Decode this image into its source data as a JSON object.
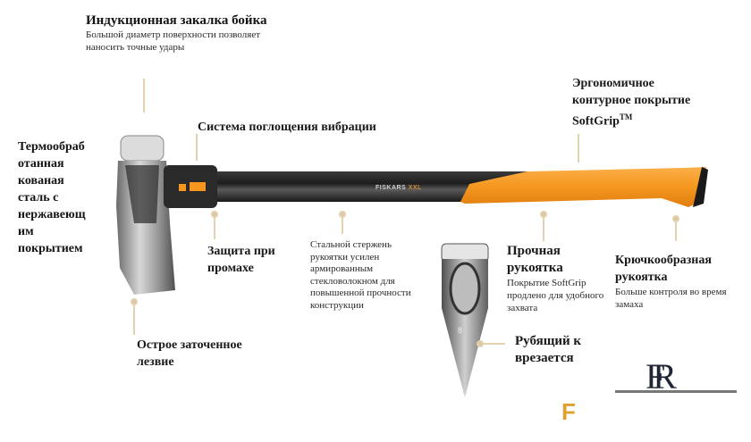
{
  "callouts": {
    "head_hardening": {
      "title": "Индукционная закалка бойка",
      "desc": "Большой диаметр поверхности позволяет наносить точные удары"
    },
    "steel": {
      "lines": [
        "Термообраб",
        "отанная",
        "кованая",
        "сталь с",
        "нержавеющ",
        "им",
        "покрытием"
      ]
    },
    "vibration": {
      "title": "Система поглощения вибрации"
    },
    "softgrip": {
      "title_line1": "Эргономичное",
      "title_line2": "контурное покрытие",
      "title_line3": "SoftGrip",
      "trademark": "TM"
    },
    "overstrike": {
      "line1": "Защита при",
      "line2": "промахе"
    },
    "core": {
      "lines": [
        "Стальной стержень",
        "рукоятки усилен",
        "армированным",
        "стекловолокном для",
        "повышенной прочности",
        "конструкции"
      ]
    },
    "durable_handle": {
      "line1": "Прочная",
      "line2": "рукоятка",
      "desc_lines": [
        "Покрытие SoftGrip",
        "продлено для удобного",
        "захвата"
      ]
    },
    "hook_handle": {
      "line1": "Крючкообразная",
      "line2": "рукоятка",
      "desc_lines": [
        "Больше контроля во время",
        "замаха"
      ]
    },
    "blade": {
      "line1": "Острое заточенное",
      "line2": "лезвие"
    },
    "wedge": {
      "line1": "Рубящий к",
      "line2": "врезается"
    }
  },
  "product": {
    "brand_on_handle": "FISKARS",
    "model_on_handle": "XXL",
    "number_on_head": "8"
  },
  "watermark": {
    "text": "FR"
  },
  "footer_logo": {
    "text": "F"
  },
  "colors": {
    "orange": "#f5961e",
    "handle_dark": "#2b2b2b",
    "leader": "#e2d2b0"
  }
}
